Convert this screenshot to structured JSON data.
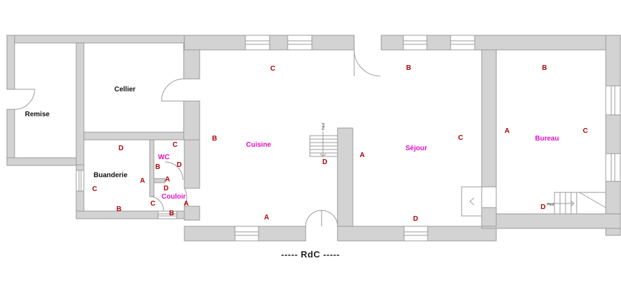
{
  "title": "----- RdC -----",
  "rooms": {
    "remise": "Remise",
    "cellier": "Cellier",
    "buanderie": "Buanderie",
    "wc": "WC",
    "couloir": "Couloir",
    "cuisine": "Cuisine",
    "sejour": "Séjour",
    "bureau": "Bureau"
  },
  "wall_labels": {
    "cuisine_a": "A",
    "cuisine_b": "B",
    "cuisine_c": "C",
    "cuisine_d": "D",
    "sejour_a": "A",
    "sejour_b": "B",
    "sejour_c": "C",
    "sejour_d": "D",
    "bureau_a": "A",
    "bureau_b": "B",
    "bureau_c": "C",
    "bureau_d": "D",
    "buanderie_a": "A",
    "buanderie_b": "B",
    "buanderie_c": "C",
    "buanderie_d": "D",
    "wc_a": "A",
    "wc_b": "B",
    "wc_c": "C",
    "wc_d": "D",
    "couloir_a": "A",
    "couloir_b": "B",
    "couloir_c": "C",
    "couloir_d": "D"
  },
  "stair_labels": {
    "cuisine": "Haut",
    "bureau": "Haut"
  },
  "colors": {
    "wall_fill": "#d3d3d3",
    "wall_stroke": "#9a9a9a",
    "wall_label": "#b00000",
    "room_pink": "#e010c0"
  }
}
